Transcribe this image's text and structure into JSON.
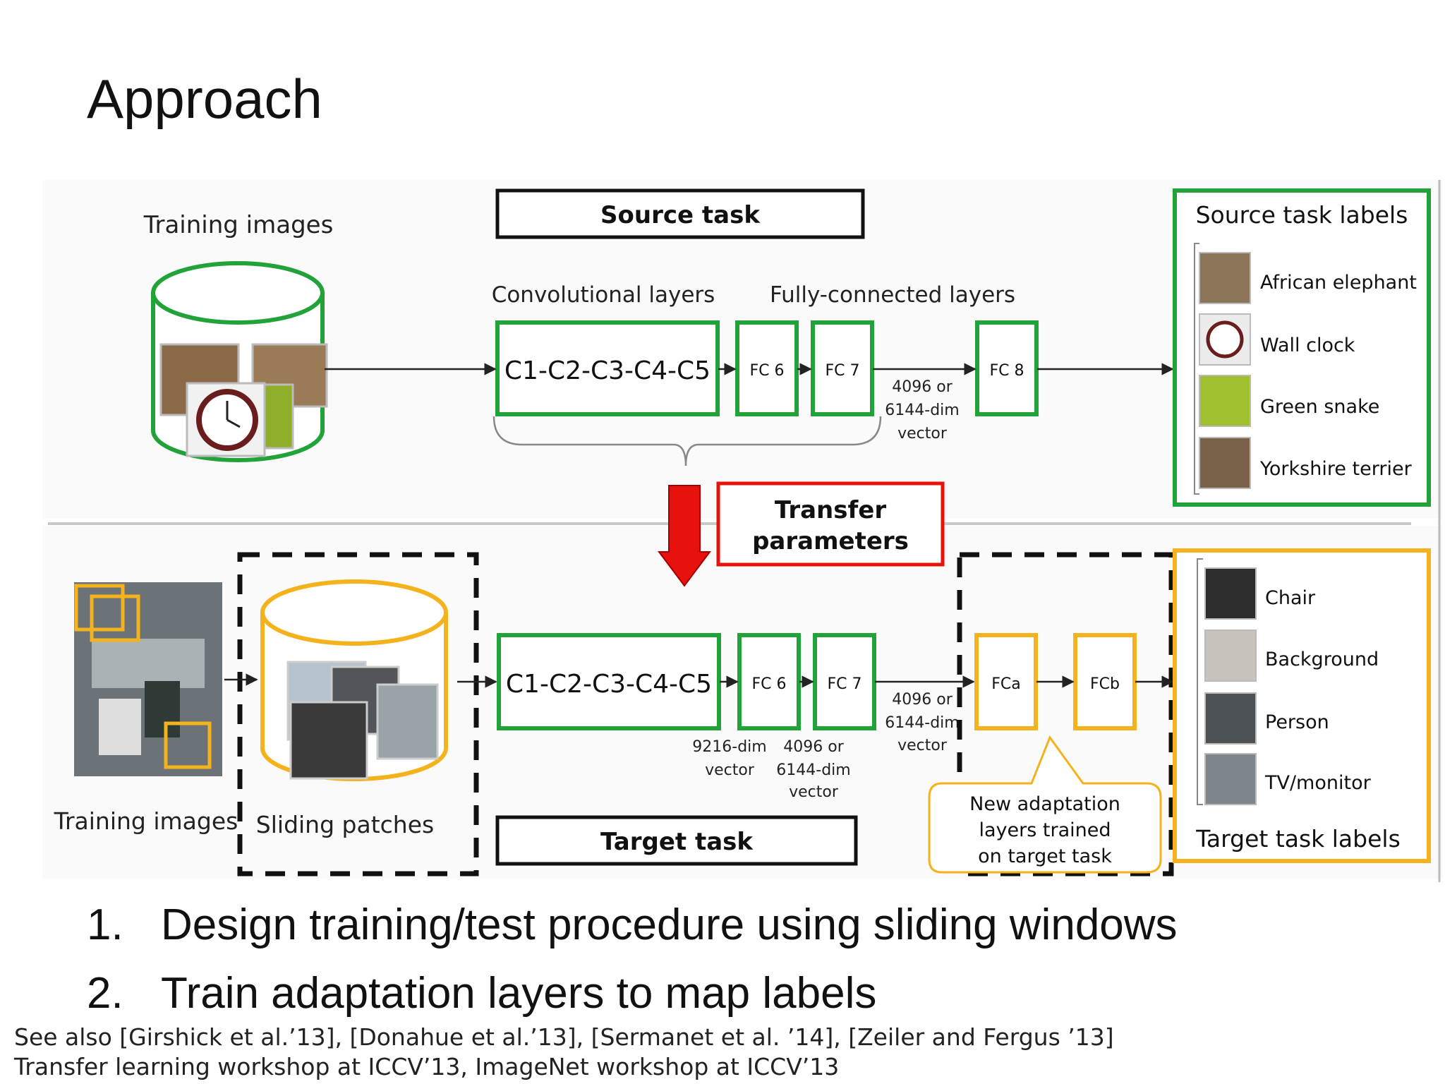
{
  "slide": {
    "title": "Approach"
  },
  "diagram": {
    "source_task": {
      "header": "Source task",
      "training_images": "Training images",
      "conv_label": "Convolutional layers",
      "fc_label": "Fully-connected layers",
      "conv_block": "C1-C2-C3-C4-C5",
      "fc6": "FC 6",
      "fc7": "FC 7",
      "fc8": "FC 8",
      "vector_note": [
        "4096 or",
        "6144-dim",
        "vector"
      ],
      "labels_title": "Source task labels",
      "labels": [
        "African elephant",
        "Wall clock",
        "Green snake",
        "Yorkshire terrier"
      ]
    },
    "transfer": {
      "line1": "Transfer",
      "line2": "parameters",
      "arrow_color": "#e8120c"
    },
    "target_task": {
      "header": "Target task",
      "training_images": "Training images",
      "sliding_patches": "Sliding patches",
      "conv_block": "C1-C2-C3-C4-C5",
      "fc6": "FC 6",
      "fc7": "FC 7",
      "fca": "FCa",
      "fcb": "FCb",
      "vector_9216": [
        "9216-dim",
        "vector"
      ],
      "vector_4096": [
        "4096 or",
        "6144-dim",
        "vector"
      ],
      "vector_adapt": [
        "4096 or",
        "6144-dim",
        "vector"
      ],
      "callout": [
        "New adaptation",
        "layers trained",
        "on target task"
      ],
      "labels_title": "Target task labels",
      "labels": [
        "Chair",
        "Background",
        "Person",
        "TV/monitor"
      ]
    },
    "colors": {
      "source_green": "#22a33a",
      "target_orange": "#f4b21c",
      "transfer_red": "#e8120c"
    }
  },
  "bullets": [
    {
      "num": "1.",
      "text": "Design training/test procedure using sliding windows"
    },
    {
      "num": "2.",
      "text": "Train adaptation layers to map labels"
    }
  ],
  "footnotes": [
    "See also [Girshick et al.’13], [Donahue et al.’13], [Sermanet et al. ’14], [Zeiler and Fergus ’13]",
    "Transfer learning workshop at ICCV’13, ImageNet workshop at ICCV’13"
  ]
}
